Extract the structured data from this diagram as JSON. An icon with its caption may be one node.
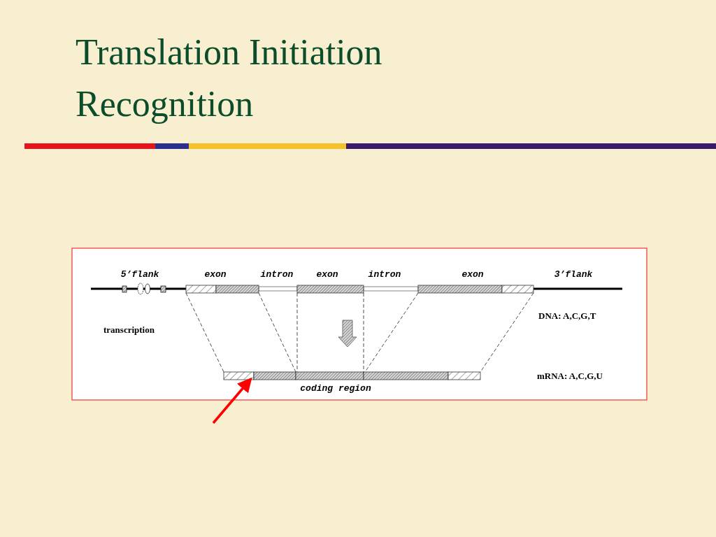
{
  "diagram": {
    "title": "Translation Initiation Recognition",
    "labels": [
      "5’flank",
      "exon",
      "intron",
      "exon",
      "intron",
      "exon",
      "3’flank",
      "DNA: A,C,G,T",
      "transcription",
      "mRNA: A,C,G,U",
      "coding region"
    ]
  }
}
